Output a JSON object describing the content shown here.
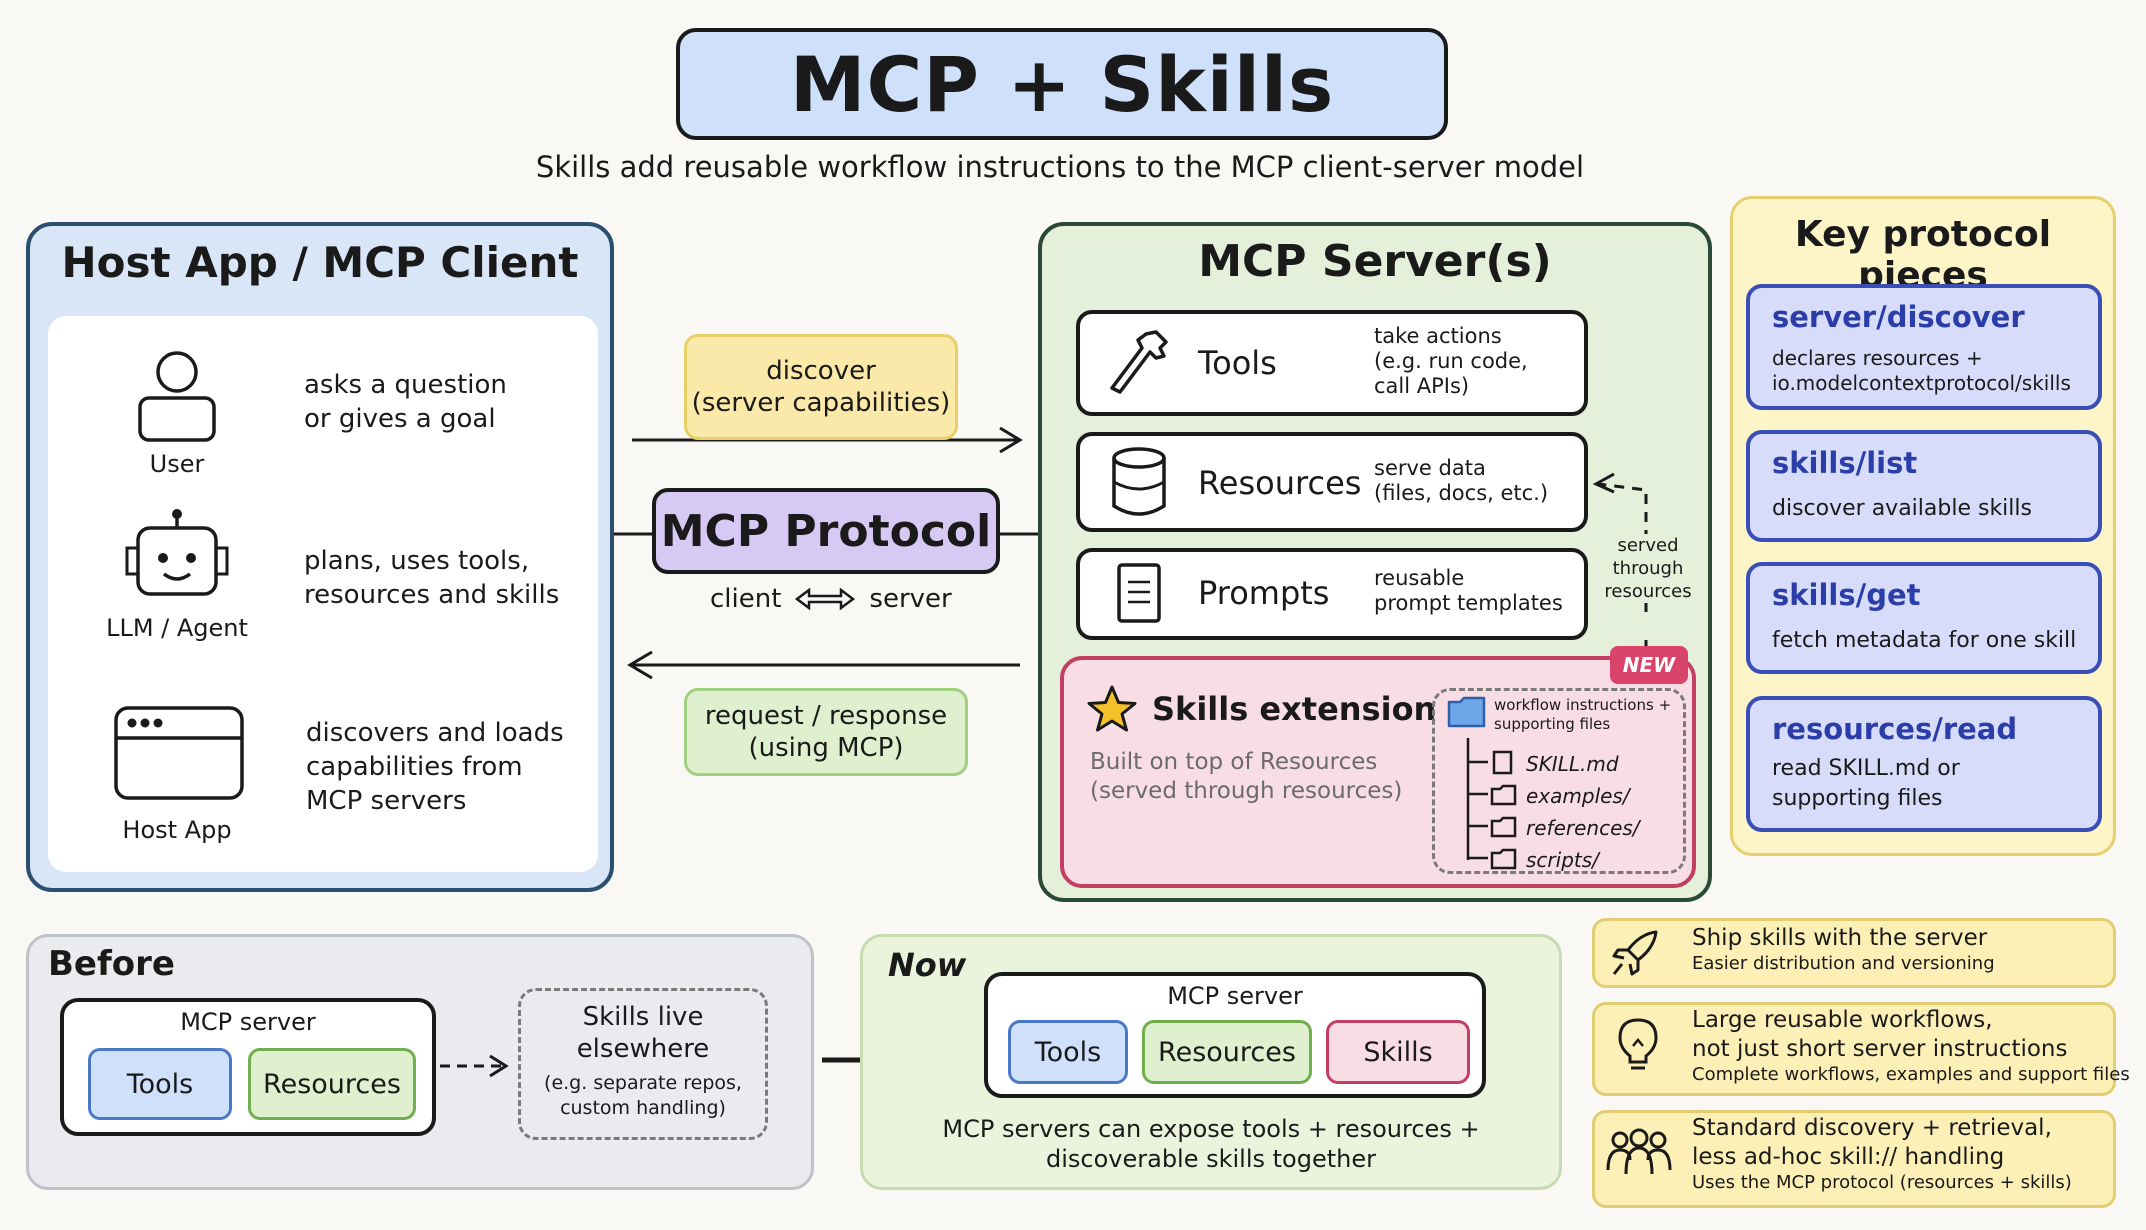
{
  "title": "MCP + Skills",
  "subtitle": "Skills add reusable workflow instructions to the MCP client-server model",
  "host": {
    "title": "Host App / MCP Client",
    "actors": [
      {
        "label": "User",
        "desc_1": "asks a question",
        "desc_2": "or gives a goal"
      },
      {
        "label": "LLM / Agent",
        "desc_1": "plans, uses tools,",
        "desc_2": "resources and skills"
      },
      {
        "label": "Host App",
        "desc_1": "discovers and loads",
        "desc_2": "capabilities from",
        "desc_3": "MCP servers"
      }
    ]
  },
  "middle": {
    "discover_1": "discover",
    "discover_2": "(server capabilities)",
    "protocol": "MCP Protocol",
    "client": "client",
    "server": "server",
    "request_1": "request / response",
    "request_2": "(using MCP)"
  },
  "server": {
    "title": "MCP Server(s)",
    "rows": [
      {
        "name": "Tools",
        "desc_1": "take actions",
        "desc_2": "(e.g. run code,",
        "desc_3": "call APIs)"
      },
      {
        "name": "Resources",
        "desc_1": "serve data",
        "desc_2": "(files, docs, etc.)"
      },
      {
        "name": "Prompts",
        "desc_1": "reusable",
        "desc_2": "prompt templates"
      }
    ],
    "served_1": "served",
    "served_2": "through",
    "served_3": "resources",
    "new_tag": "NEW",
    "skills": {
      "title": "Skills extension",
      "desc_1": "Built on top of Resources",
      "desc_2": "(served through resources)",
      "folder_1": "workflow instructions +",
      "folder_2": "supporting files",
      "files": [
        "SKILL.md",
        "examples/",
        "references/",
        "scripts/"
      ]
    }
  },
  "key": {
    "title": "Key protocol pieces",
    "items": [
      {
        "name": "server/discover",
        "desc_1": "declares resources +",
        "desc_2": "io.modelcontextprotocol/skills"
      },
      {
        "name": "skills/list",
        "desc_1": "discover available skills"
      },
      {
        "name": "skills/get",
        "desc_1": "fetch metadata for one skill"
      },
      {
        "name": "resources/read",
        "desc_1": "read SKILL.md or",
        "desc_2": "supporting files"
      }
    ]
  },
  "before": {
    "title": "Before",
    "server_label": "MCP server",
    "tools": "Tools",
    "resources": "Resources",
    "elsewhere_1": "Skills live",
    "elsewhere_2": "elsewhere",
    "elsewhere_3": "(e.g. separate repos,",
    "elsewhere_4": "custom handling)"
  },
  "now": {
    "title": "Now",
    "server_label": "MCP server",
    "tools": "Tools",
    "resources": "Resources",
    "skills": "Skills",
    "caption_1": "MCP servers can expose tools + resources +",
    "caption_2": "discoverable skills together"
  },
  "benefits": [
    {
      "title_1": "Ship skills with the server",
      "sub": "Easier distribution and versioning"
    },
    {
      "title_1": "Large reusable workflows,",
      "title_2": "not just short server instructions",
      "sub": "Complete workflows, examples and support files"
    },
    {
      "title_1": "Standard discovery + retrieval,",
      "title_2": "less ad-hoc skill:// handling",
      "sub": "Uses the MCP protocol (resources + skills)"
    }
  ],
  "colors": {
    "host_bg": "#d8e6f8",
    "protocol_bg": "#d6c9f3",
    "server_bg": "#e4f0da",
    "skills_bg": "#f8dde5",
    "skills_border": "#c33e63",
    "key_bg": "#fdf4c8",
    "key_item_bg": "#d6dcf9",
    "discover_bg": "#fbe9a9",
    "request_bg": "#dff0cf"
  },
  "icons": [
    "user-icon",
    "robot-icon",
    "browser-window-icon",
    "wrench-icon",
    "database-icon",
    "document-icon",
    "star-icon",
    "folder-icon",
    "file-icon",
    "rocket-icon",
    "lightbulb-icon",
    "people-icon"
  ]
}
